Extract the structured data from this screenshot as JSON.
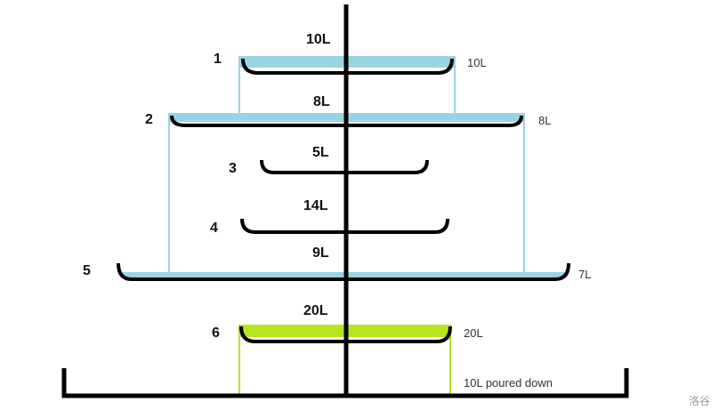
{
  "colors": {
    "water_blue": "#98d4e6",
    "water_green": "#b5e61d",
    "line": "#000000"
  },
  "bowls": [
    {
      "number": "1",
      "center_label": "10L",
      "side_label": "10L"
    },
    {
      "number": "2",
      "center_label": "8L",
      "side_label": "8L"
    },
    {
      "number": "3",
      "center_label": "5L"
    },
    {
      "number": "4",
      "center_label": "14L"
    },
    {
      "number": "5",
      "center_label": "9L",
      "side_label": "7L"
    },
    {
      "number": "6",
      "center_label": "20L",
      "side_label": "20L"
    }
  ],
  "basin_label": "10L poured down",
  "watermark": "洛谷"
}
